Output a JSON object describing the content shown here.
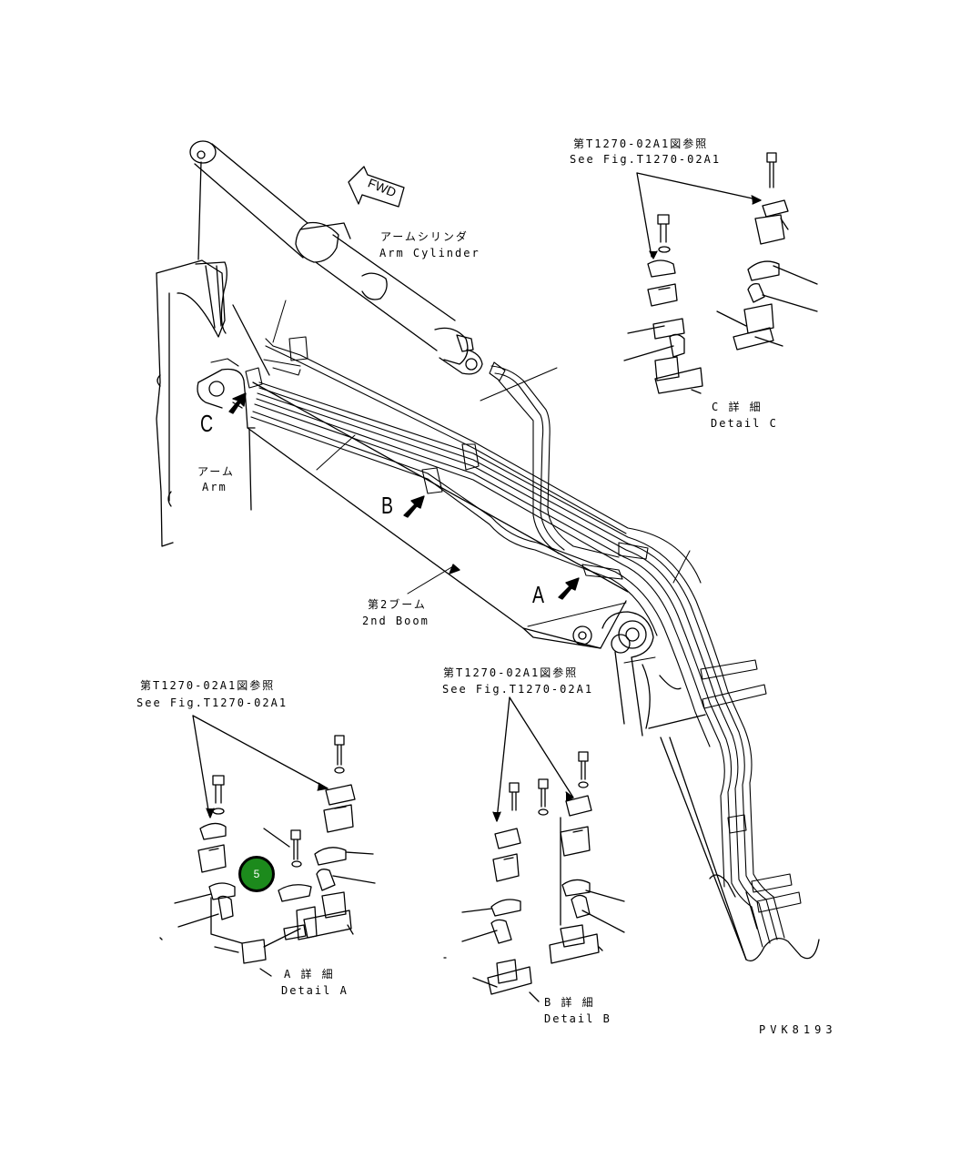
{
  "drawing_id": "PVK8193",
  "fwd_label": "FWD",
  "arm_cylinder": {
    "jp": "アームシリンダ",
    "en": "Arm Cylinder"
  },
  "arm": {
    "jp": "アーム",
    "en": "Arm"
  },
  "second_boom": {
    "jp": "第2ブーム",
    "en": "2nd Boom"
  },
  "ref_c": {
    "jp": "第T1270-02A1図参照",
    "en": "See Fig.T1270-02A1"
  },
  "ref_a": {
    "jp": "第T1270-02A1図参照",
    "en": "See Fig.T1270-02A1"
  },
  "ref_b": {
    "jp": "第T1270-02A1図参照",
    "en": "See Fig.T1270-02A1"
  },
  "detail_c": {
    "jp": "C 詳 細",
    "en": "Detail C"
  },
  "detail_a": {
    "jp": "A 詳 細",
    "en": "Detail A"
  },
  "detail_b": {
    "jp": "B 詳 細",
    "en": "Detail B"
  },
  "view_letters": {
    "a": "A",
    "b": "B",
    "c": "C"
  },
  "callouts": [
    {
      "number": "5",
      "color": "#1c8a1c"
    }
  ]
}
